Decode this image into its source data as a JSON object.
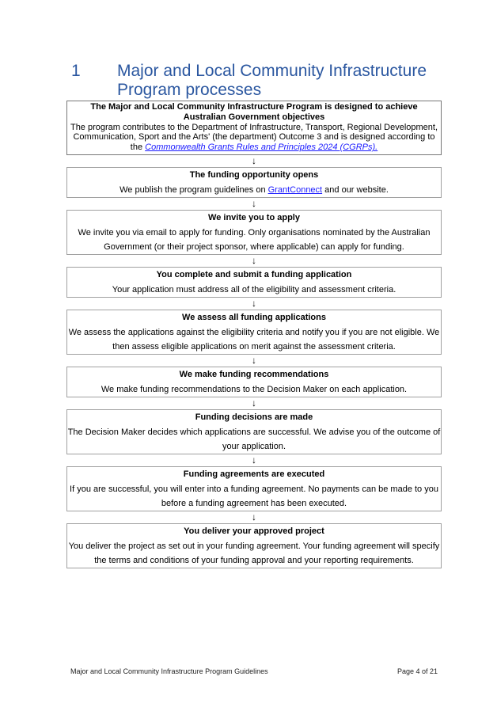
{
  "heading": {
    "number": "1",
    "title": "Major and Local Community Infrastructure Program processes"
  },
  "objectives": {
    "title": "The Major and Local Community Infrastructure Program is designed to achieve Australian Government objectives",
    "body": "The program contributes to the Department of Infrastructure, Transport, Regional Development, Communication, Sport and the Arts' (the department) Outcome 3 and is designed according to the ",
    "link": "Commonwealth Grants Rules and Principles 2024 (CGRPs)."
  },
  "arrow_icon": "↓",
  "steps": [
    {
      "title": "The funding opportunity opens",
      "body_pre": "We publish the program guidelines on ",
      "link": "GrantConnect",
      "body_post": " and our website."
    },
    {
      "title": "We invite you to apply",
      "body": "We invite you via email to apply for funding. Only organisations nominated by the Australian Government (or their project sponsor, where applicable) can apply for funding."
    },
    {
      "title": "You complete and submit a funding application",
      "body": "Your application must address all of the eligibility and assessment criteria."
    },
    {
      "title": "We assess all funding applications",
      "body": "We assess the applications against the eligibility criteria and notify you if you are not eligible. We then assess eligible applications on merit against the assessment criteria."
    },
    {
      "title": "We make funding recommendations",
      "body": "We make funding recommendations to the Decision Maker on each application."
    },
    {
      "title": "Funding decisions are made",
      "body": "The Decision Maker decides which applications are successful. We advise you of the outcome of your application."
    },
    {
      "title": "Funding agreements are executed",
      "body": "If you are successful, you will enter into a funding agreement. No payments can be made to you before a funding agreement has been executed."
    },
    {
      "title": "You deliver your approved project",
      "body": "You deliver the project as set out in your funding agreement. Your funding agreement will specify the terms and conditions of your funding approval and your reporting requirements."
    }
  ],
  "footer": {
    "left": "Major and Local Community Infrastructure Program Guidelines",
    "right": "Page 4 of 21"
  }
}
